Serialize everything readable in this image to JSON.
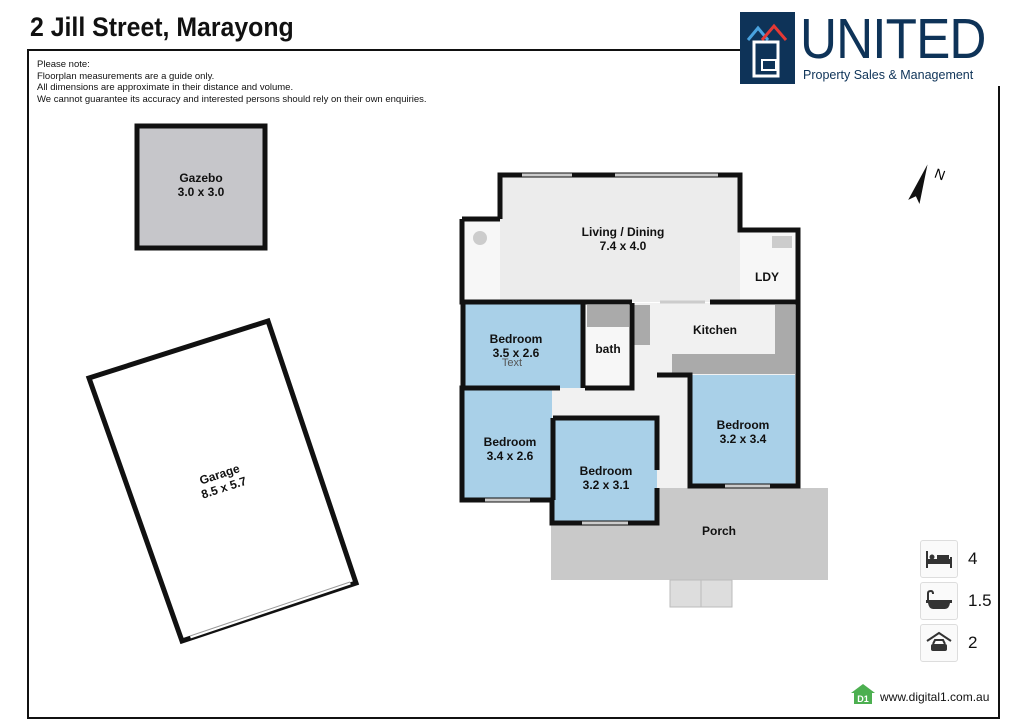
{
  "header": {
    "title": "2 Jill Street, Marayong"
  },
  "logo": {
    "word": "UNITED",
    "tagline": "Property Sales & Management",
    "colors": {
      "navy": "#0e3358",
      "red": "#e53935",
      "blue": "#4aa3df"
    }
  },
  "notes": [
    "Please note:",
    "Floorplan measurements are a guide only.",
    "All dimensions are approximate in their distance and volume.",
    "We cannot guarantee its accuracy and interested persons should rely on their own enquiries."
  ],
  "rooms": {
    "gazebo": {
      "name": "Gazebo",
      "size": "3.0 x 3.0"
    },
    "garage": {
      "name": "Garage",
      "size": "8.5 x 5.7"
    },
    "living": {
      "name": "Living / Dining",
      "size": "7.4 x 4.0"
    },
    "laundry": {
      "name": "LDY"
    },
    "kitchen": {
      "name": "Kitchen"
    },
    "bath": {
      "name": "bath"
    },
    "bedroom1": {
      "name": "Bedroom",
      "size": "3.5 x 2.6",
      "extra": "Text"
    },
    "bedroom2": {
      "name": "Bedroom",
      "size": "3.4 x 2.6"
    },
    "bedroom3": {
      "name": "Bedroom",
      "size": "3.2 x 3.1"
    },
    "bedroom4": {
      "name": "Bedroom",
      "size": "3.2 x 3.4"
    },
    "porch": {
      "name": "Porch"
    }
  },
  "colors": {
    "bedroom": "#a9d0e8",
    "living": "#ececec",
    "porch": "#c9c9c9",
    "gazebo": "#c6c6ca",
    "wall": "#111111"
  },
  "stats": [
    {
      "icon": "bed-icon",
      "value": "4"
    },
    {
      "icon": "bathtub-icon",
      "value": "1.5"
    },
    {
      "icon": "garage-car-icon",
      "value": "2"
    }
  ],
  "footer": {
    "website": "www.digital1.com.au",
    "badge": "D1"
  }
}
